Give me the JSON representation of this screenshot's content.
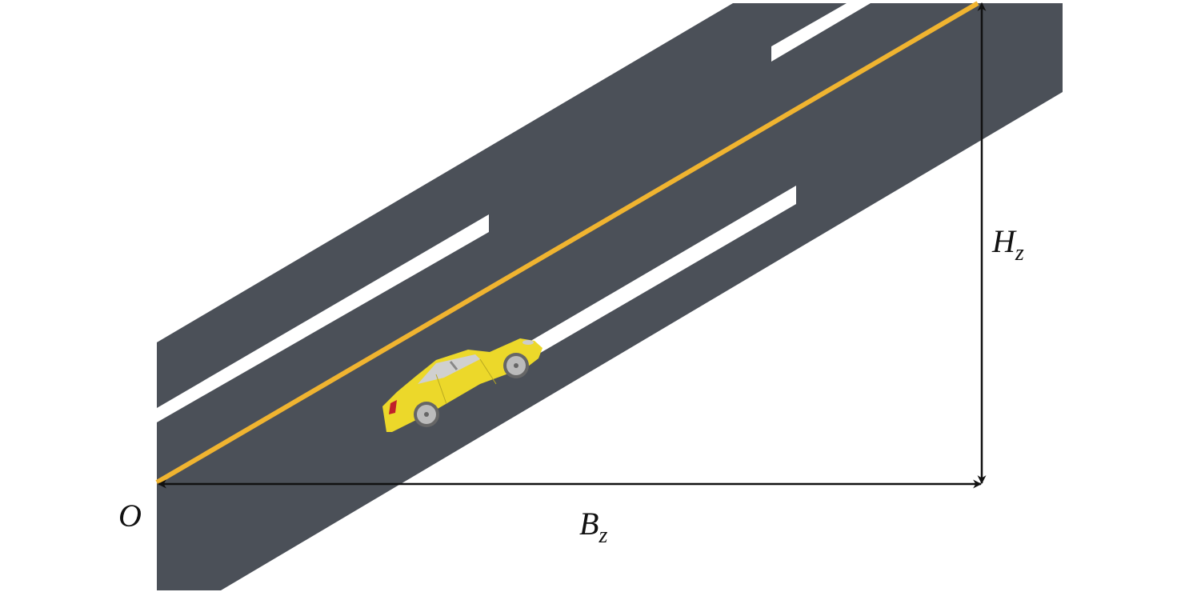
{
  "labels": {
    "origin": "O",
    "horizontal_main": "B",
    "horizontal_sub": "z",
    "vertical_main": "H",
    "vertical_sub": "z"
  },
  "colors": {
    "road": "#4b5058",
    "center_line": "#f0b430",
    "lane_marking": "#ffffff",
    "car_body": "#ecd82a",
    "arrow": "#111111"
  }
}
